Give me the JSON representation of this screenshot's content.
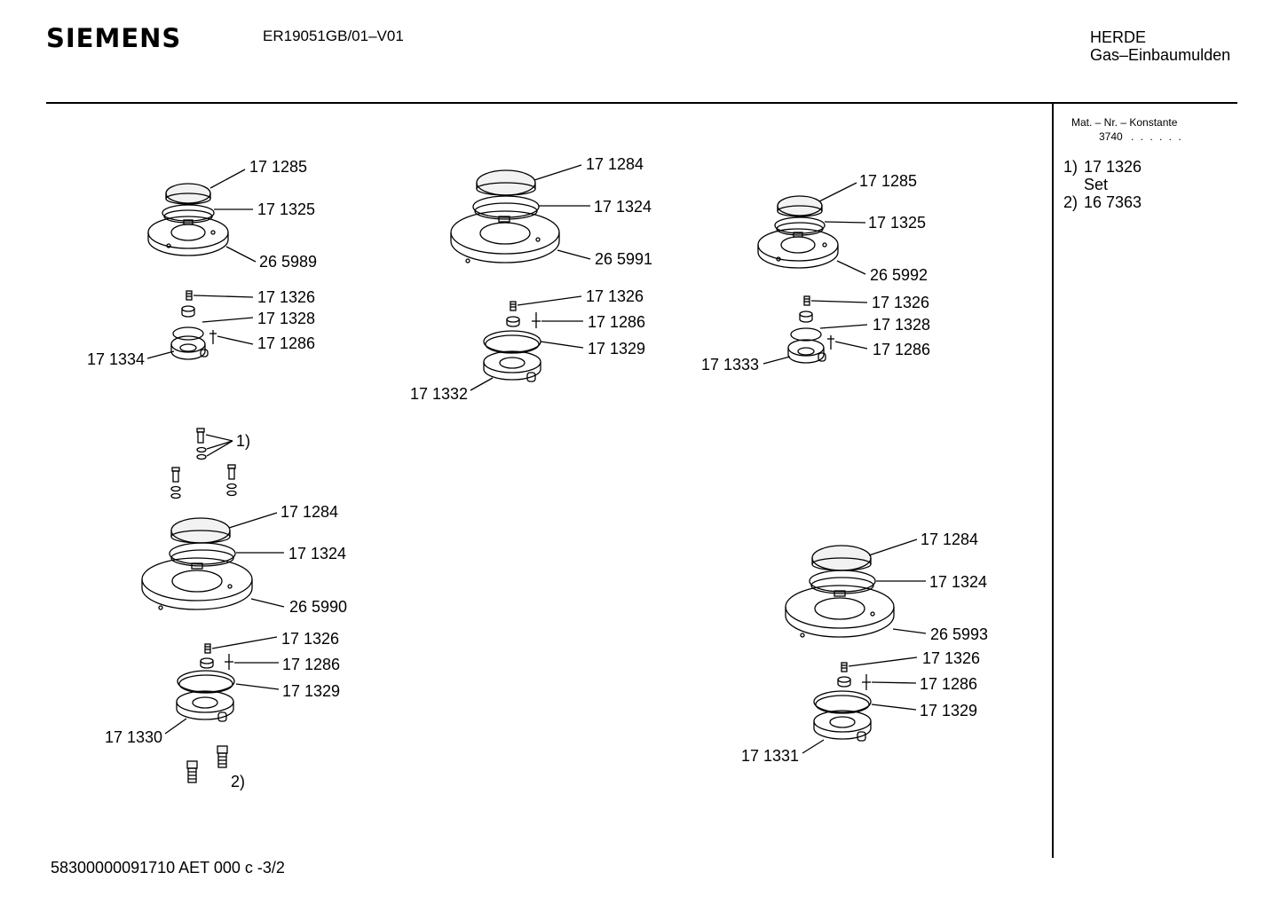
{
  "header": {
    "brand": "SIEMENS",
    "model": "ER19051GB/01–V01",
    "category_line1": "HERDE",
    "category_line2": "Gas–Einbaumulden"
  },
  "side_panel": {
    "mat_label": "Mat. – Nr. – Konstante",
    "mat_value": "3740",
    "mat_dots": ". .   . . . .",
    "notes": [
      {
        "marker": "1)",
        "text": "17 1326"
      },
      {
        "marker": "",
        "text": "Set"
      },
      {
        "marker": "2)",
        "text": "16 7363"
      }
    ]
  },
  "parts": {
    "g1": {
      "cap": "17 1285",
      "ring": "17 1325",
      "plate": "26 5989",
      "screw": "17 1326",
      "seal": "17 1328",
      "electrode": "17 1286",
      "base": "17 1334"
    },
    "g2": {
      "cap": "17 1284",
      "ring": "17 1324",
      "plate": "26 5991",
      "screw": "17 1326",
      "electrode": "17 1286",
      "ring2": "17 1329",
      "base": "17 1332"
    },
    "g3": {
      "cap": "17 1285",
      "ring": "17 1325",
      "plate": "26 5992",
      "screw": "17 1326",
      "seal": "17 1328",
      "electrode": "17 1286",
      "base": "17 1333"
    },
    "g4": {
      "set_marker": "1)",
      "cap": "17 1284",
      "ring": "17 1324",
      "plate": "26 5990",
      "screw": "17 1326",
      "electrode": "17 1286",
      "ring2": "17 1329",
      "base": "17 1330",
      "bolt_marker": "2)"
    },
    "g5": {
      "cap": "17 1284",
      "ring": "17 1324",
      "plate": "26 5993",
      "screw": "17 1326",
      "electrode": "17 1286",
      "ring2": "17 1329",
      "base": "17 1331"
    }
  },
  "footer": {
    "code": "58300000091710 AET 000 c  -3/2"
  }
}
